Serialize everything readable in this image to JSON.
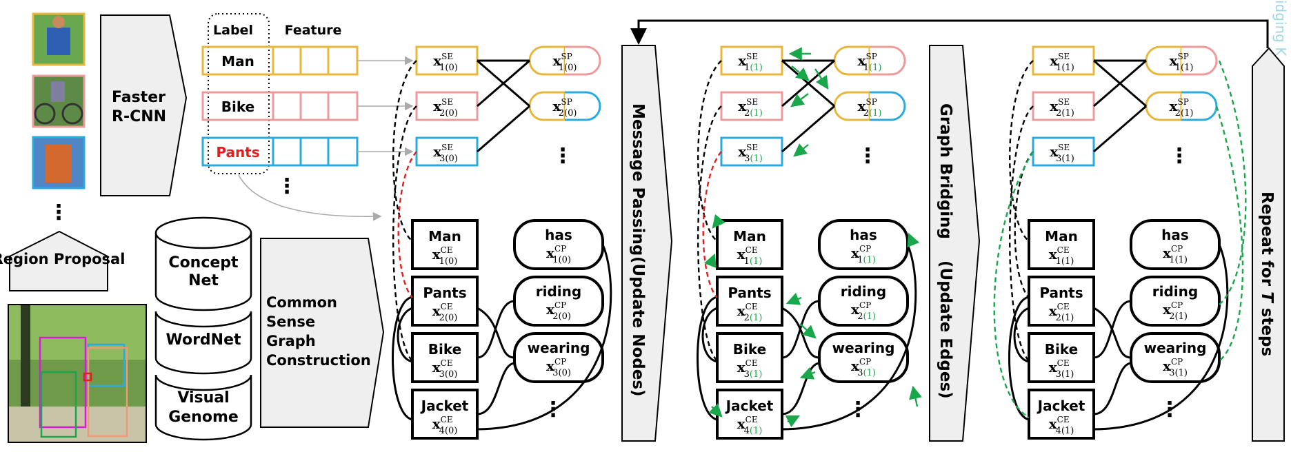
{
  "region_proposal": "Region Proposal",
  "faster_rcnn": [
    "Faster",
    "R-CNN"
  ],
  "label_header": "Label",
  "feature_header": "Feature",
  "labels": [
    "Man",
    "Bike",
    "Pants"
  ],
  "kb": [
    "Concept",
    "Net",
    "WordNet",
    "Visual",
    "Genome"
  ],
  "csg": [
    "Common",
    "Sense",
    "Graph",
    "Construction"
  ],
  "mp_label": "Message Passing",
  "mp_sub": "(Update Nodes)",
  "gb_label": "Graph Bridging",
  "gb_sub": "(Update Edges)",
  "repeat": [
    "Repeat for ",
    "T",
    " steps"
  ],
  "ce_names": [
    "Man",
    "Pants",
    "Bike",
    "Jacket"
  ],
  "cp_names": [
    "has",
    "riding",
    "wearing"
  ],
  "x": "x",
  "se": "SE",
  "sp": "SP",
  "ce": "CE",
  "cp": "CP",
  "steps": [
    "(0)",
    "(1)"
  ],
  "indices": [
    "1",
    "2",
    "3",
    "4"
  ],
  "dots": "⋮",
  "watermark": "idging K",
  "colors": {
    "yellow": "#e8b73a",
    "pink": "#ef9a9a",
    "blue": "#29abe2",
    "red": "#e02020",
    "green": "#1aa64a",
    "gray": "#aaaaaa",
    "panel": "#efefef"
  }
}
